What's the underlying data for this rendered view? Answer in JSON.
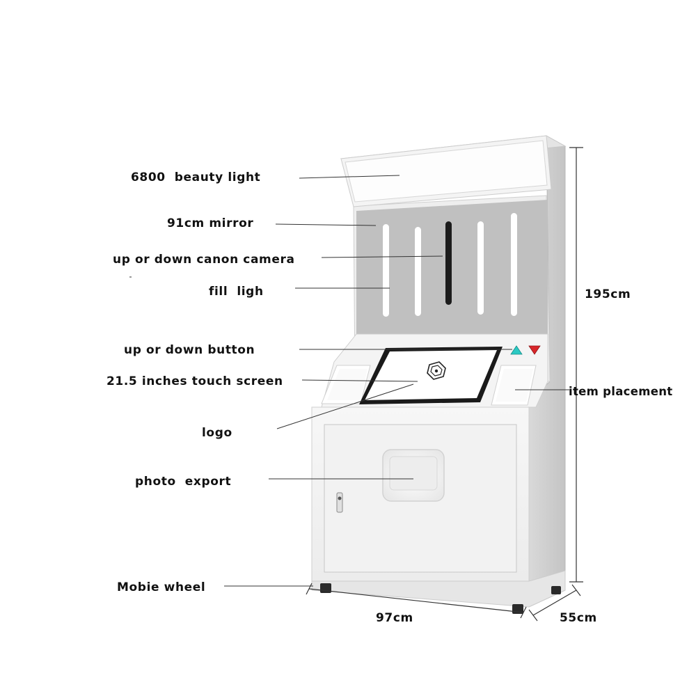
{
  "labels": {
    "beauty_light": "6800  beauty light",
    "mirror": "91cm mirror",
    "camera": "up or down canon camera",
    "fill_light": "fill  ligh",
    "button": "up or down button",
    "touch_screen": "21.5 inches touch screen",
    "logo": "logo",
    "photo_export": "photo  export",
    "wheel": "Mobie wheel",
    "item_placement": "item placement"
  },
  "dimensions": {
    "height": "195cm",
    "width": "97cm",
    "depth": "55cm"
  },
  "colors": {
    "cabinet": "#f2f2f2",
    "mirror": "#bfbfbf",
    "button_up": "#2bc9c3",
    "button_down": "#d8262a",
    "screen_frame": "#1a1a1a"
  },
  "icons": {
    "up_button": "triangle-up-icon",
    "down_button": "triangle-down-icon",
    "screen_logo": "hexagon-logo-icon"
  }
}
